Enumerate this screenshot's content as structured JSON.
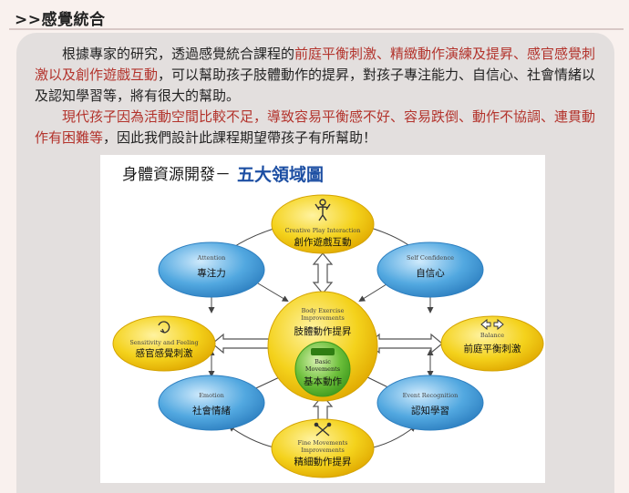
{
  "header": {
    "title": ">>感覺統合"
  },
  "intro": {
    "p1_a": "根據專家的研究，透過感覺統合課程的",
    "p1_hl": "前庭平衡刺激、精緻動作演練及提昇、感官感覺刺激以及創作遊戲互動",
    "p1_b": "，可以幫助孩子肢體動作的提昇，對孩子專注能力、自信心、社會情緒以及認知學習等，將有很大的幫助。",
    "p2_hl": "現代孩子因為活動空間比較不足，導致容易平衡感不好、容易跌倒、動作不協調、連貫動作有困難等",
    "p2_b": "，因此我們設計此課程期望帶孩子有所幫助！"
  },
  "diagram": {
    "title": "身體資源開發－",
    "title_em": "五大領域圖",
    "center": {
      "en1": "Body Exercise",
      "en2": "Improvements",
      "zh": "肢體動作提昇"
    },
    "core": {
      "en1": "Basic",
      "en2": "Movements",
      "zh": "基本動作"
    },
    "nodes": {
      "creative": {
        "en": "Creative Play Interaction",
        "zh": "創作遊戲互動",
        "icon": "flexing-figure-icon"
      },
      "attention": {
        "en": "Attention",
        "zh": "專注力"
      },
      "confidence": {
        "en": "Self Confidence",
        "zh": "自信心"
      },
      "sensitivity": {
        "en": "Sensitivity and Feeling",
        "zh": "感官感覺刺激",
        "icon": "cycle-arrows-icon"
      },
      "balance": {
        "en": "Balance",
        "zh": "前庭平衡刺激",
        "icon": "left-right-arrows-icon"
      },
      "emotion": {
        "en": "Emotion",
        "zh": "社會情緒"
      },
      "recognition": {
        "en": "Event Recognition",
        "zh": "認知學習"
      },
      "fine": {
        "en1": "Fine Movements",
        "en2": "Improvements",
        "zh": "精細動作提昇",
        "icon": "crossed-tools-icon"
      }
    },
    "colors": {
      "yellow": "#f4d21c",
      "blue": "#52a8e0",
      "green": "#6cbf3a",
      "arrow": "#444444"
    }
  }
}
